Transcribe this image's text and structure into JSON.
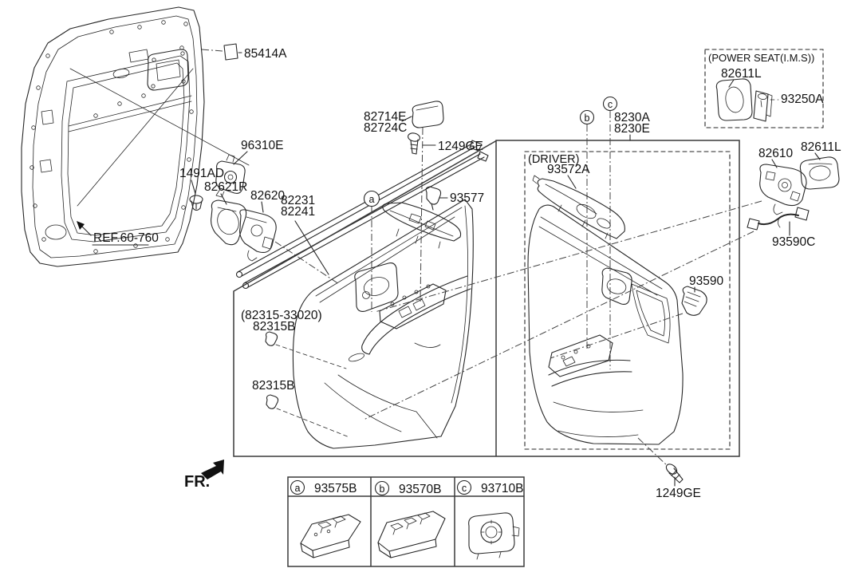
{
  "labels": {
    "l85414A": "85414A",
    "l96310E": "96310E",
    "l1491AD": "1491AD",
    "l82621R": "82621R",
    "l82620": "82620",
    "l82231": "82231",
    "l82241": "82241",
    "l82714E": "82714E",
    "l82724C": "82724C",
    "l1249GE": "1249GE",
    "l93577": "93577",
    "l8230A": "8230A",
    "l8230E": "8230E",
    "l93572A": "93572A",
    "l82610": "82610",
    "l82611L": "82611L",
    "l93250A": "93250A",
    "l93590C": "93590C",
    "l93590": "93590",
    "l82315_group": "(82315-33020)",
    "l82315B": "82315B",
    "ref": "REF.60-760",
    "fr": "FR."
  },
  "boxes": {
    "power_seat": "(POWER SEAT(I.M.S))",
    "driver": "(DRIVER)"
  },
  "callouts": {
    "a": "a",
    "b": "b",
    "c": "c"
  },
  "legend": {
    "a_part": "93575B",
    "b_part": "93570B",
    "c_part": "93710B"
  }
}
